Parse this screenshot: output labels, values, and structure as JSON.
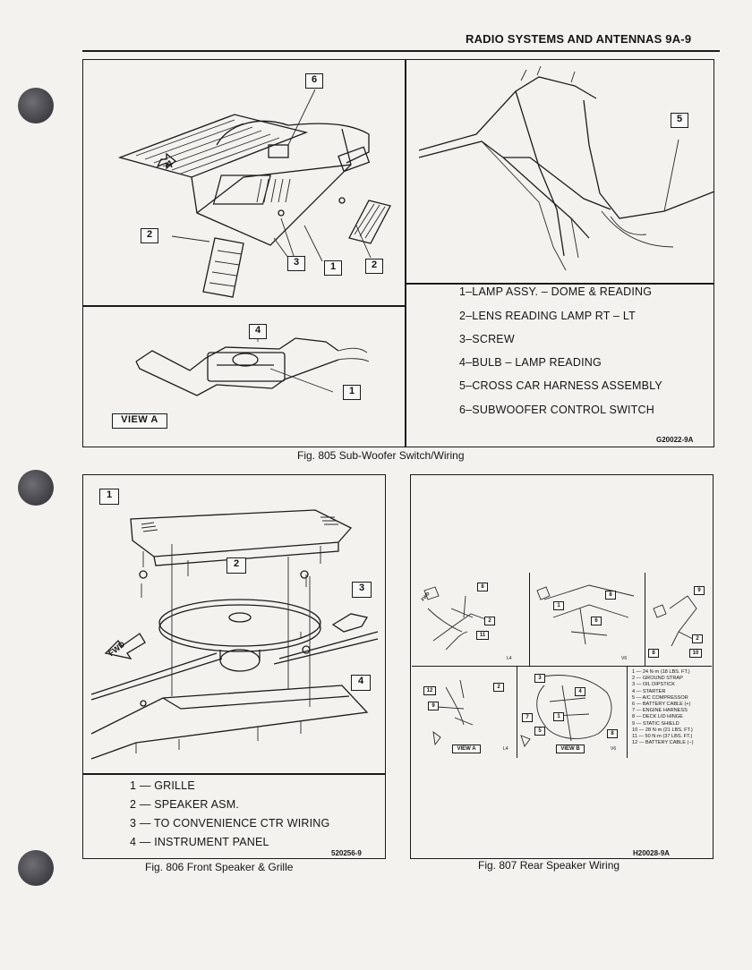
{
  "header": {
    "title": "RADIO SYSTEMS AND ANTENNAS 9A-9"
  },
  "fig805": {
    "caption": "Fig. 805 Sub-Woofer Switch/Wiring",
    "code": "G20022-9A",
    "view_label": "VIEW A",
    "arrow_label": "A",
    "callouts": [
      "6",
      "2",
      "3",
      "1",
      "2",
      "4",
      "1",
      "5"
    ],
    "legend": [
      "1–LAMP ASSY. – DOME & READING",
      "2–LENS READING LAMP RT – LT",
      "3–SCREW",
      "4–BULB – LAMP READING",
      "5–CROSS CAR HARNESS ASSEMBLY",
      "6–SUBWOOFER CONTROL SWITCH"
    ]
  },
  "fig806": {
    "caption": "Fig. 806 Front Speaker & Grille",
    "code": "520256-9",
    "fwd_label": "FWD",
    "callouts": [
      "1",
      "2",
      "3",
      "4"
    ],
    "legend": [
      "1 — GRILLE",
      "2 — SPEAKER ASM.",
      "3 — TO CONVENIENCE CTR WIRING",
      "4 — INSTRUMENT PANEL"
    ]
  },
  "fig807": {
    "caption": "Fig. 807 Rear Speaker Wiring",
    "code": "H20028-9A",
    "fwd_label": "FWD",
    "panel_labels": [
      "L4",
      "V6",
      "L4",
      "V6"
    ],
    "view_labels": [
      "VIEW A",
      "VIEW B"
    ],
    "callouts_top": [
      "8",
      "2",
      "11",
      "8",
      "1",
      "6",
      "9",
      "8",
      "2",
      "10"
    ],
    "callouts_bottom": [
      "12",
      "2",
      "9",
      "3",
      "4",
      "5",
      "1",
      "7",
      "8"
    ],
    "legend": [
      "1 — 24 N·m (18 LBS. FT.)",
      "2 — GROUND STRAP",
      "3 — OIL DIPSTICK",
      "4 — STARTER",
      "5 — A/C COMPRESSOR",
      "6 — BATTERY CABLE (+)",
      "7 — ENGINE HARNESS",
      "8 — DECK LID HINGE",
      "9 — STATIC SHIELD",
      "10 — 28 N·m (21 LBS. FT.)",
      "11 — 50 N·m (37 LBS. FT.)",
      "12 — BATTERY CABLE (−)"
    ]
  }
}
